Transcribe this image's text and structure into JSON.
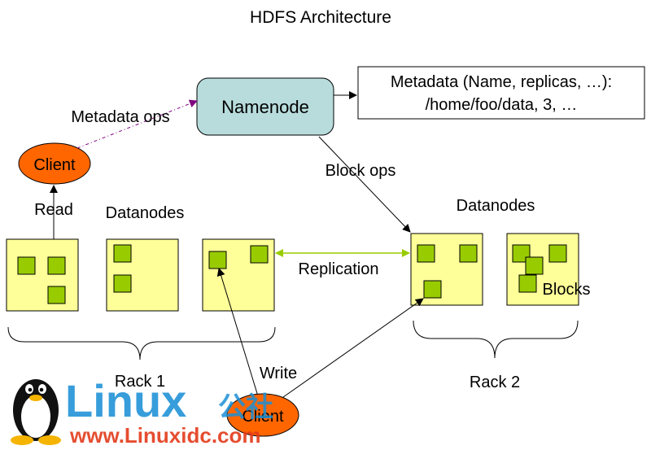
{
  "diagram": {
    "title": "HDFS Architecture",
    "namenode": "Namenode",
    "metadata": {
      "line1": "Metadata (Name, replicas, …):",
      "line2": "/home/foo/data, 3, …"
    },
    "metadata_ops": "Metadata ops",
    "block_ops": "Block ops",
    "read": "Read",
    "write": "Write",
    "replication": "Replication",
    "blocks": "Blocks",
    "client_top": "Client",
    "client_bottom": "Client",
    "datanodes_left": "Datanodes",
    "datanodes_right": "Datanodes",
    "rack1": "Rack 1",
    "rack2": "Rack 2"
  },
  "watermark": {
    "brand": "Linux",
    "brand_cn": "公社",
    "url": "www.Linuxidc.com"
  },
  "colors": {
    "namenode_fill": "#b8dcdc",
    "datanode_fill": "#ffff99",
    "block_fill": "#99cc00",
    "client_fill": "#ff6600",
    "replication_arrow": "#99cc00",
    "metadata_arrow": "#800080",
    "watermark_blue": "#1b8fd6"
  }
}
